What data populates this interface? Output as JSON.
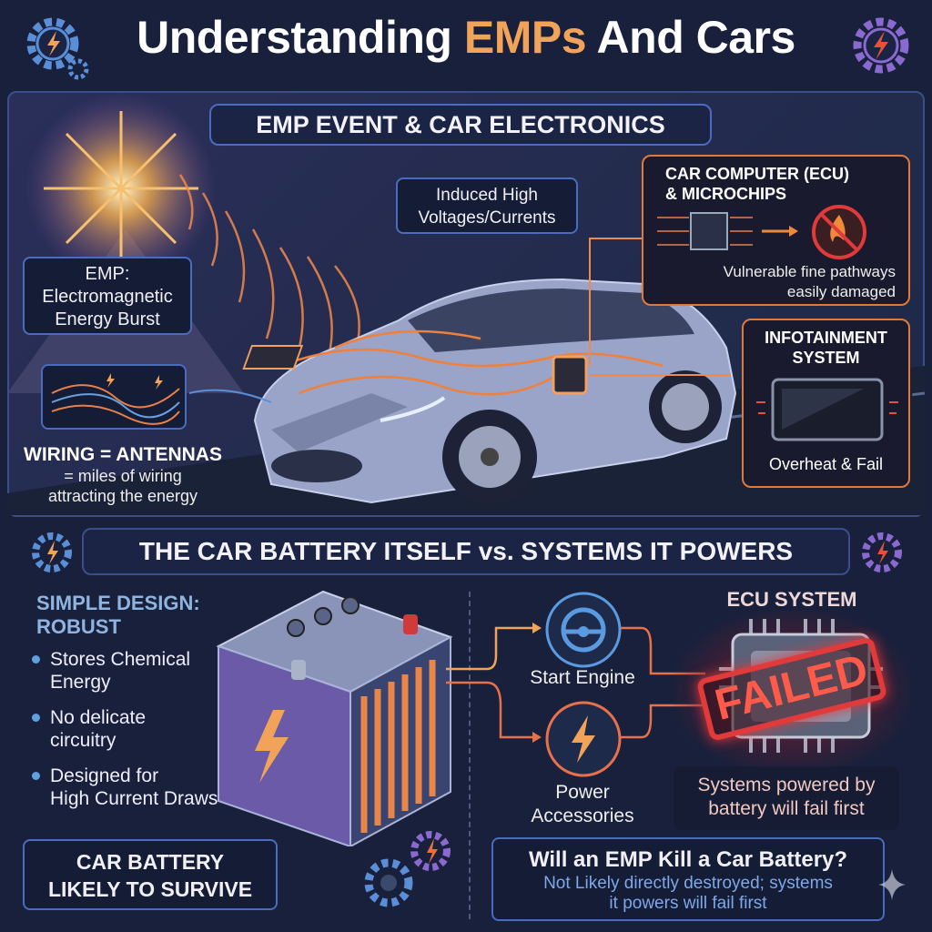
{
  "title": {
    "part1": "Understanding ",
    "highlight": "EMPs",
    "part2": " And Cars"
  },
  "section1": {
    "header": "EMP EVENT & CAR ELECTRONICS",
    "induced": {
      "line1": "Induced High",
      "line2": "Voltages/Currents"
    },
    "emp": {
      "line1": "EMP:",
      "line2": "Electromagnetic",
      "line3": "Energy Burst"
    },
    "wiring": {
      "title": "WIRING = ANTENNAS",
      "line1": "= miles of wiring",
      "line2": "attracting the energy"
    },
    "ecu": {
      "title1": "CAR COMPUTER (ECU)",
      "title2": "& MICROCHIPS",
      "desc1": "Vulnerable fine pathways",
      "desc2": "easily damaged"
    },
    "infotainment": {
      "title1": "INFOTAINMENT",
      "title2": "SYSTEM",
      "desc": "Overheat & Fail"
    }
  },
  "section2": {
    "header": "THE CAR BATTERY ITSELF vs. SYSTEMS IT POWERS",
    "design": {
      "line1": "SIMPLE DESIGN:",
      "line2": "ROBUST"
    },
    "bullets": [
      {
        "line1": "Stores Chemical",
        "line2": "Energy"
      },
      {
        "line1": "No delicate",
        "line2": "circuitry"
      },
      {
        "line1": "Designed for",
        "line2": "High Current Draws"
      }
    ],
    "survive": {
      "line1": "CAR BATTERY",
      "line2": "LIKELY TO SURVIVE"
    },
    "start_engine": "Start Engine",
    "power": {
      "line1": "Power",
      "line2": "Accessories"
    },
    "ecu_title": "ECU SYSTEM",
    "failed": "FAILED",
    "systems": {
      "line1": "Systems powered by",
      "line2": "battery will fail first"
    },
    "question": "Will an EMP Kill a Car Battery?",
    "answer": {
      "line1": "Not Likely directly destroyed; systems",
      "line2": "it powers will fail first"
    }
  },
  "colors": {
    "background": "#18203c",
    "accent": "#f2a35a",
    "border": "#4a6cc0",
    "failed": "#e03a3a",
    "answer": "#7fa8e8"
  }
}
